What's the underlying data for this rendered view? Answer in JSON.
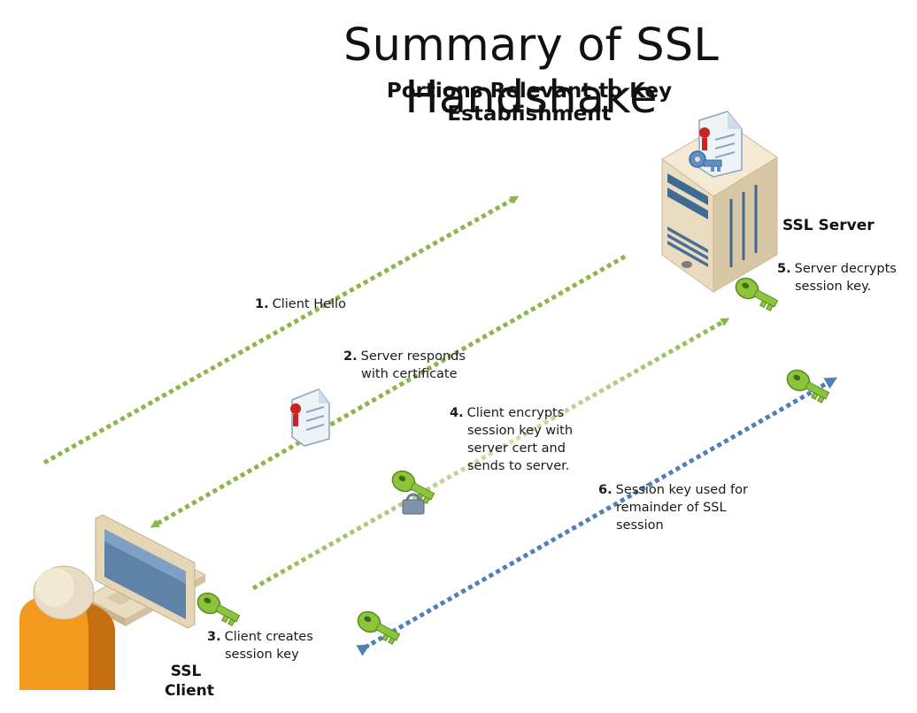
{
  "title": "Summary of SSL Handshake",
  "subtitle": "Portions Relevant to Key Establishment",
  "nodes": {
    "server": "SSL Server",
    "client_line1": "SSL",
    "client_line2": "Client"
  },
  "steps": [
    {
      "num": "1.",
      "text": "Client Hello"
    },
    {
      "num": "2.",
      "text": "Server responds with certificate"
    },
    {
      "num": "3.",
      "text": "Client creates session key"
    },
    {
      "num": "4.",
      "text": "Client encrypts session key with server cert and sends to server."
    },
    {
      "num": "5.",
      "text": "Server decrypts session key."
    },
    {
      "num": "6.",
      "text": "Session key used for remainder of SSL session"
    }
  ],
  "colors": {
    "green_arrow": "#8db64a",
    "blue_arrow": "#4f7fb8",
    "key_green": "#8cc43c",
    "server_beige": "#eadcc0",
    "monitor_blue": "#5f82a8",
    "person_orange": "#f39a1e"
  }
}
